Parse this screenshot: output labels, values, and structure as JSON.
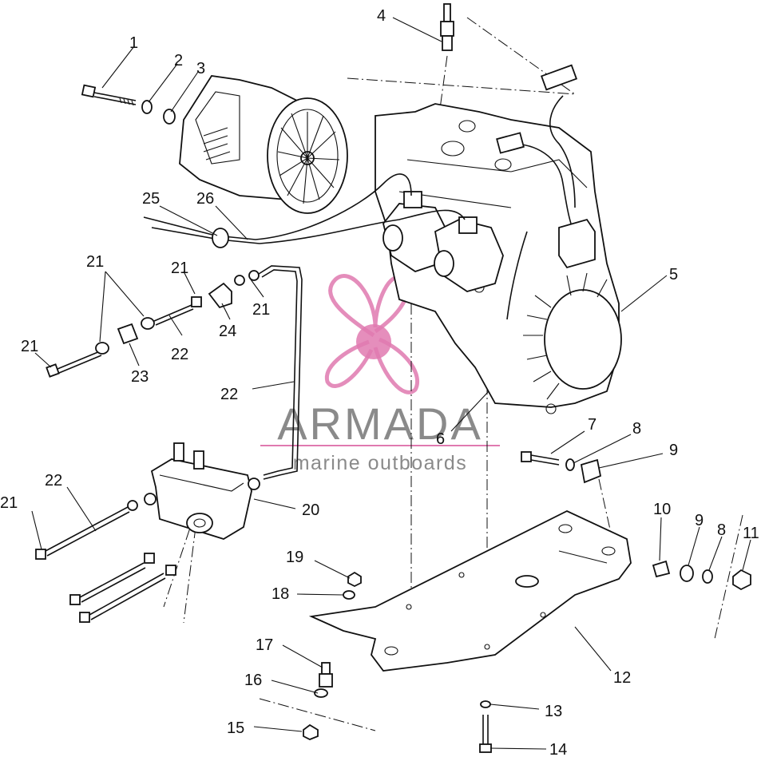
{
  "watermark": {
    "brand": "ARMADA",
    "tagline": "marine outboards",
    "accent_color": "#e07ab0",
    "text_color": "#8a8a8a"
  },
  "callouts": [
    {
      "id": "c1",
      "label": "1"
    },
    {
      "id": "c2",
      "label": "2"
    },
    {
      "id": "c3",
      "label": "3"
    },
    {
      "id": "c4",
      "label": "4"
    },
    {
      "id": "c5",
      "label": "5"
    },
    {
      "id": "c6",
      "label": "6"
    },
    {
      "id": "c7",
      "label": "7"
    },
    {
      "id": "c8a",
      "label": "8"
    },
    {
      "id": "c9a",
      "label": "9"
    },
    {
      "id": "c10",
      "label": "10"
    },
    {
      "id": "c9b",
      "label": "9"
    },
    {
      "id": "c8b",
      "label": "8"
    },
    {
      "id": "c11",
      "label": "11"
    },
    {
      "id": "c12",
      "label": "12"
    },
    {
      "id": "c13",
      "label": "13"
    },
    {
      "id": "c14",
      "label": "14"
    },
    {
      "id": "c15",
      "label": "15"
    },
    {
      "id": "c16",
      "label": "16"
    },
    {
      "id": "c17",
      "label": "17"
    },
    {
      "id": "c18",
      "label": "18"
    },
    {
      "id": "c19",
      "label": "19"
    },
    {
      "id": "c20",
      "label": "20"
    },
    {
      "id": "c21a",
      "label": "21"
    },
    {
      "id": "c21b",
      "label": "21"
    },
    {
      "id": "c21c",
      "label": "21"
    },
    {
      "id": "c21d",
      "label": "21"
    },
    {
      "id": "c21e",
      "label": "21"
    },
    {
      "id": "c22a",
      "label": "22"
    },
    {
      "id": "c22b",
      "label": "22"
    },
    {
      "id": "c22c",
      "label": "22"
    },
    {
      "id": "c23",
      "label": "23"
    },
    {
      "id": "c24",
      "label": "24"
    },
    {
      "id": "c25",
      "label": "25"
    },
    {
      "id": "c26",
      "label": "26"
    }
  ]
}
